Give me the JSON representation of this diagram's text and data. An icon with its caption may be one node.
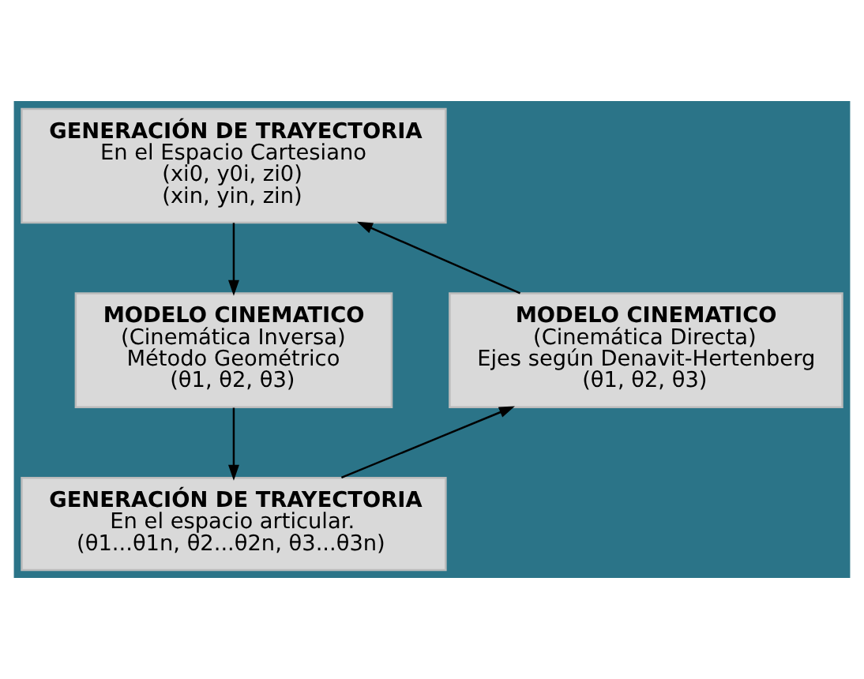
{
  "diagram": {
    "nodes": [
      {
        "text": [
          "GENERACIÓN DE TRAYECTORIA",
          "En el Espacio Cartesiano",
          "(xi0, y0i, zi0)",
          "(xin, yin, zin)"
        ]
      },
      {
        "text": [
          "MODELO CINEMATICO",
          "(Cinemática Directa)",
          "Ejes según Denavit-Hertenberg",
          "(θ1, θ2, θ3)"
        ]
      },
      {
        "text": [
          "MODELO CINEMATICO",
          "(Cinemática Inversa)",
          "Método Geométrico",
          "(θ1, θ2, θ3)"
        ]
      },
      {
        "text": [
          "GENERACIÓN DE TRAYECTORIA",
          "En el espacio articular.",
          "(θ1...θ1n, θ2...θ2n, θ3...θ3n)"
        ]
      }
    ],
    "edges": [
      {
        "from": 1,
        "to": 0,
        "arrow": "to"
      },
      {
        "from": 0,
        "to": 2,
        "arrow": "to"
      },
      {
        "from": 2,
        "to": 3,
        "arrow": "to"
      },
      {
        "from": 3,
        "to": 1,
        "arrow": "to"
      }
    ]
  }
}
